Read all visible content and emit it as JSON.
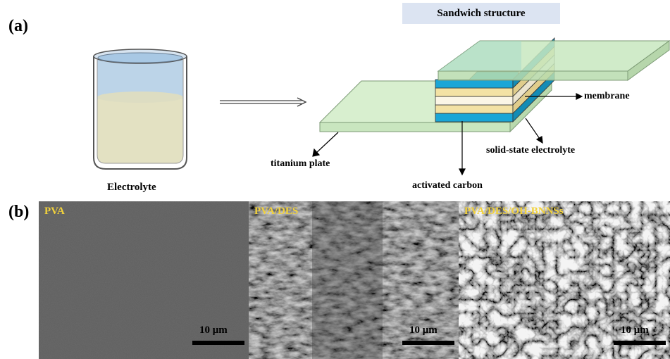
{
  "panel_a": {
    "letter": "(a)",
    "banner": "Sandwich structure",
    "beaker_label": "Electrolyte",
    "labels": {
      "membrane": "membrane",
      "solid_state_electrolyte": "solid-state electrolyte",
      "titanium_plate": "titanium plate",
      "activated_carbon": "activated carbon"
    }
  },
  "panel_b": {
    "letter": "(b)",
    "images": [
      {
        "label": "PVA",
        "scale": "10 μm"
      },
      {
        "label": "PVA/DES",
        "scale": "10 μm"
      },
      {
        "label": "PVA/DES/OH-BNNSs",
        "scale": "10 μm"
      }
    ]
  },
  "colors": {
    "plate_green": "#d8efcf",
    "carbon_blue": "#1aa6d6",
    "electrolyte_yellow": "#f3e2a4",
    "membrane_cream": "#fbf6e6",
    "label_yellow": "#f2d23c",
    "banner_blue": "#dce4f2"
  }
}
